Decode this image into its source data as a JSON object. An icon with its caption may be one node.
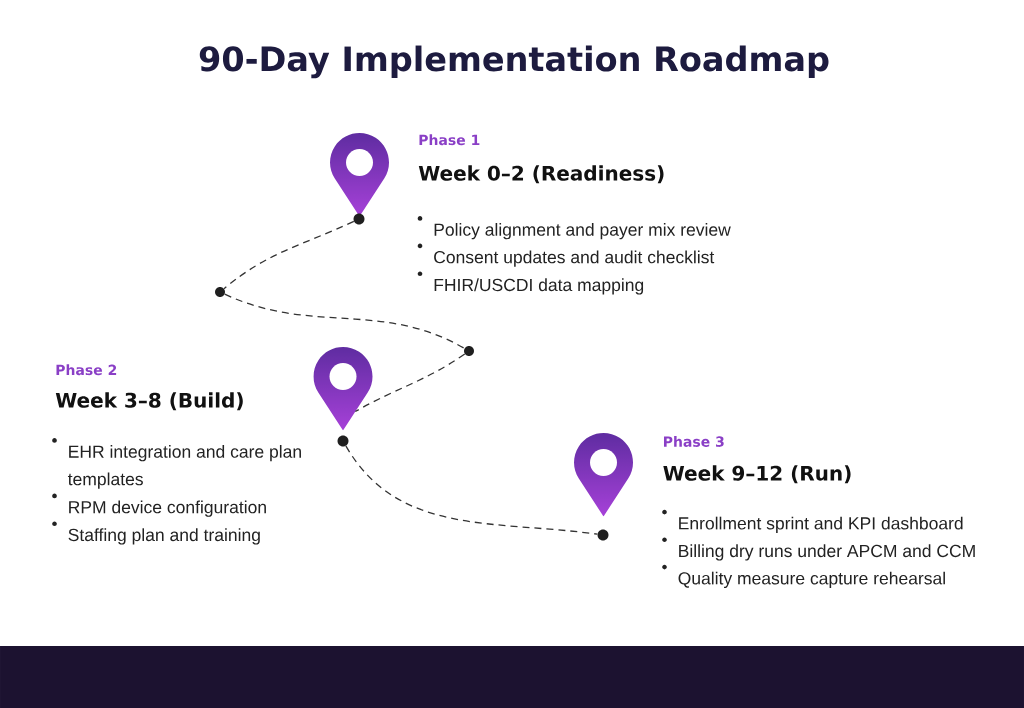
{
  "diagram": {
    "title": "90-Day Implementation Roadmap",
    "nodes": [
      {
        "text": [],
        "shape": "pin",
        "beside": [
          "Phase 1",
          "Week 0–2 (Readiness)",
          "Policy alignment and payer mix review",
          "Consent updates and audit checklist",
          "FHIR/USCDI data mapping"
        ]
      },
      {
        "text": [],
        "shape": "circle"
      },
      {
        "text": [],
        "shape": "circle"
      },
      {
        "text": [],
        "shape": "circle"
      },
      {
        "text": [],
        "shape": "pin",
        "beside": [
          "Phase 2",
          "Week 3–8 (Build)",
          "EHR integration and care plan templates",
          "RPM device configuration",
          "Staffing plan and training"
        ]
      },
      {
        "text": [],
        "shape": "circle"
      },
      {
        "text": [],
        "shape": "pin",
        "beside": [
          "Phase 3",
          "Week 9–12 (Run)",
          "Enrollment sprint and KPI dashboard",
          "Billing dry runs under APCM and CCM",
          "Quality measure capture rehearsal"
        ]
      },
      {
        "text": [],
        "shape": "circle"
      }
    ],
    "edges": [
      {
        "from": 1,
        "to": 2,
        "arrow": "none",
        "style": "dashed"
      },
      {
        "from": 2,
        "to": 3,
        "arrow": "none",
        "style": "dashed"
      },
      {
        "from": 3,
        "to": 4,
        "arrow": "none",
        "style": "dashed"
      },
      {
        "from": 5,
        "to": 7,
        "arrow": "none",
        "style": "dashed"
      }
    ]
  }
}
